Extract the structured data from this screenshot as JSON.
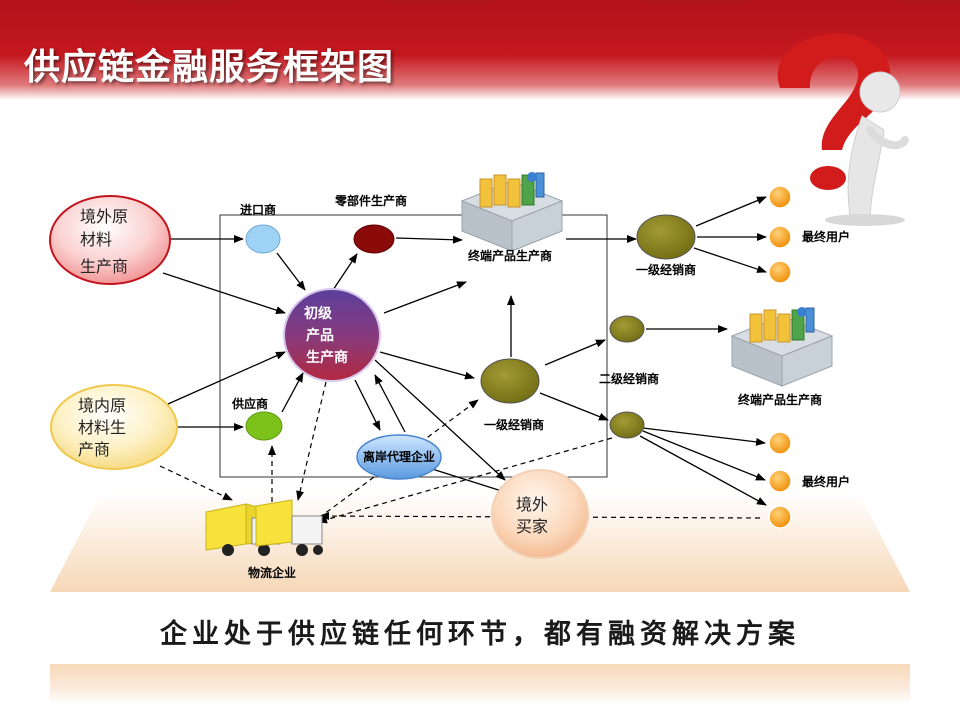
{
  "title": "供应链金融服务框架图",
  "slogan": "企业处于供应链任何环节，都有融资解决方案",
  "nodes": {
    "overseas_raw": [
      "境外原",
      "材料",
      "生产商"
    ],
    "domestic_raw": [
      "境内原",
      "材料生",
      "产商"
    ],
    "importer": "进口商",
    "parts_maker": "零部件生产商",
    "supplier": "供应商",
    "primary_producer": [
      "初级",
      "产品",
      "生产商"
    ],
    "end_producer_top": "终端产品生产商",
    "end_producer_right": "终端产品生产商",
    "first_distributor_top": "一级经销商",
    "first_distributor_mid": "一级经销商",
    "second_distributor": "二级经销商",
    "offshore_agent": "离岸代理企业",
    "overseas_buyer": [
      "境外",
      "买家"
    ],
    "logistics": "物流企业",
    "end_user_top": "最终用户",
    "end_user_bottom": "最终用户"
  },
  "icons": [
    "factory-icon",
    "truck-icon",
    "question-mark-figure-icon"
  ],
  "colors": {
    "header": "#c5181f",
    "olive": "#7f7a1c",
    "orange": "#f39c12",
    "dark_red": "#8b0a0a",
    "light_blue": "#9fd3f5",
    "green": "#7cc21a",
    "purple": "#6a3a8e"
  }
}
